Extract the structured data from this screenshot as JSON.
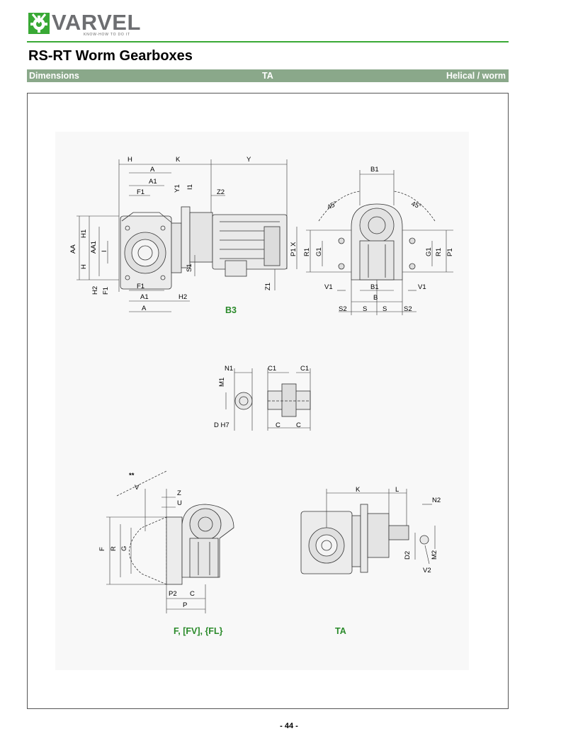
{
  "header": {
    "brand": "VARVEL",
    "tagline": "KNOW-HOW TO DO IT",
    "title": "RS-RT Worm Gearboxes"
  },
  "section_bar": {
    "left": "Dimensions",
    "center": "TA",
    "right": "Helical / worm"
  },
  "drawing_labels": {
    "H": "H",
    "K": "K",
    "Y": "Y",
    "A": "A",
    "A1": "A1",
    "F1": "F1",
    "Y1": "Y1",
    "I1": "I1",
    "Z2": "Z2",
    "AA": "AA",
    "H1": "H1",
    "AA1": "AA1",
    "I": "I",
    "H2": "H2",
    "S1": "S1",
    "P1": "P1",
    "X": "X",
    "Z1": "Z1",
    "B1": "B1",
    "deg45": "45°",
    "R1": "R1",
    "G1": "G1",
    "V1": "V1",
    "B": "B",
    "S2": "S2",
    "S": "S",
    "N1": "N1",
    "C1": "C1",
    "M1": "M1",
    "DH7": "D H7",
    "C": "C",
    "star2": "**",
    "V": "V",
    "Z": "Z",
    "U": "U",
    "F": "F",
    "R": "R",
    "G": "G",
    "P2": "P2",
    "P": "P",
    "L": "L",
    "N2": "N2",
    "D2": "D2",
    "M2": "M2",
    "V2": "V2"
  },
  "captions": {
    "b3": "B3",
    "f": "F, [FV], {FL}",
    "ta": "TA"
  },
  "footer": {
    "page": "- 44 -"
  }
}
